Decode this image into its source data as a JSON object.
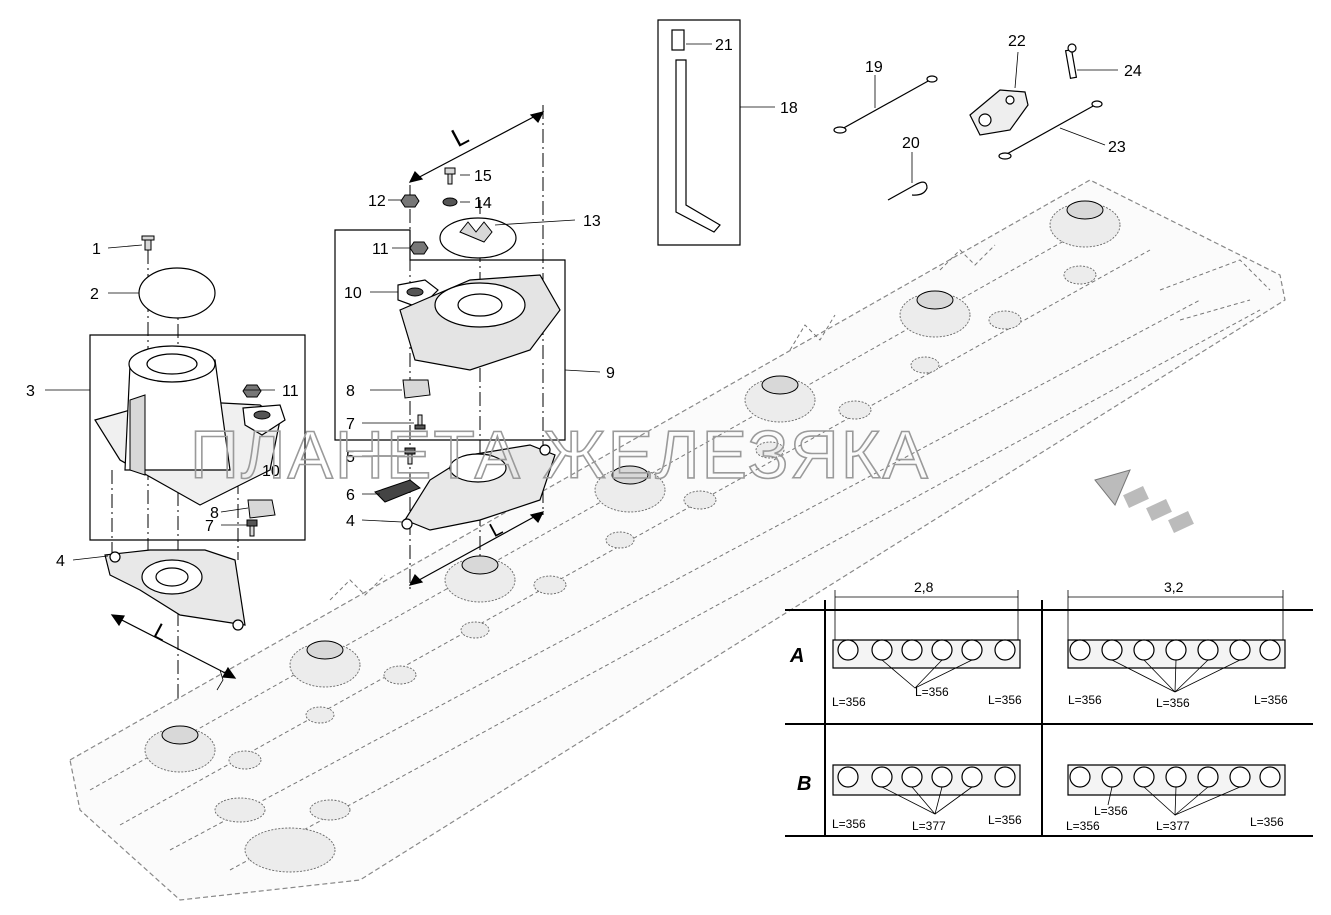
{
  "watermark": "ПЛАНЕТА ЖЕЛЕЗЯКА",
  "callouts": {
    "c1": "1",
    "c2": "2",
    "c3": "3",
    "c4a": "4",
    "c4b": "4",
    "c5": "5",
    "c6": "6",
    "c7a": "7",
    "c7b": "7",
    "c8a": "8",
    "c8b": "8",
    "c9": "9",
    "c10a": "10",
    "c10b": "10",
    "c11a": "11",
    "c11b": "11",
    "c12": "12",
    "c13": "13",
    "c14": "14",
    "c15": "15",
    "c18": "18",
    "c19": "19",
    "c20": "20",
    "c21": "21",
    "c22": "22",
    "c23": "23",
    "c24": "24"
  },
  "dimension_L": "L",
  "spacing_table": {
    "col_widths": [
      "2,8",
      "3,2"
    ],
    "rows": [
      {
        "label": "A",
        "cells": [
          {
            "left": "L=356",
            "mid": "L=356",
            "right": "L=356"
          },
          {
            "left": "L=356",
            "mid": "L=356",
            "right": "L=356"
          }
        ]
      },
      {
        "label": "B",
        "cells": [
          {
            "left": "L=356",
            "mid": "L=377",
            "right": "L=356"
          },
          {
            "left": "L=356",
            "inner": "L=356",
            "mid": "L=377",
            "right": "L=356"
          }
        ]
      }
    ]
  }
}
